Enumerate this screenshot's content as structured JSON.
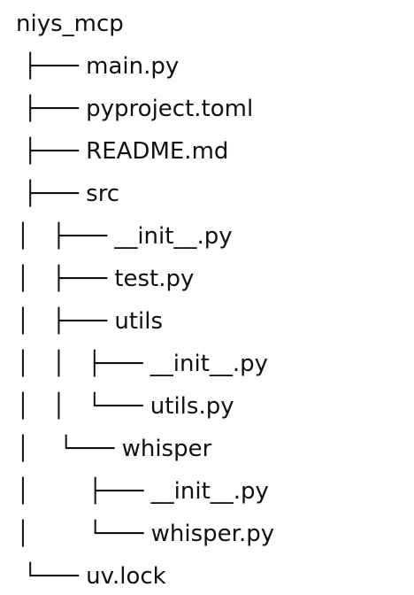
{
  "tree": {
    "lines": [
      "niys_mcp",
      " ├─── main.py",
      " ├─── pyproject.toml",
      " ├─── README.md",
      " ├─── src",
      "│   ├─── __init__.py",
      "│   ├─── test.py",
      "│   ├─── utils",
      "│   │   ├─── __init__.py",
      "│   │   └─── utils.py",
      "│    └─── whisper",
      "│        ├─── __init__.py",
      "│        └─── whisper.py",
      " └─── uv.lock"
    ]
  }
}
